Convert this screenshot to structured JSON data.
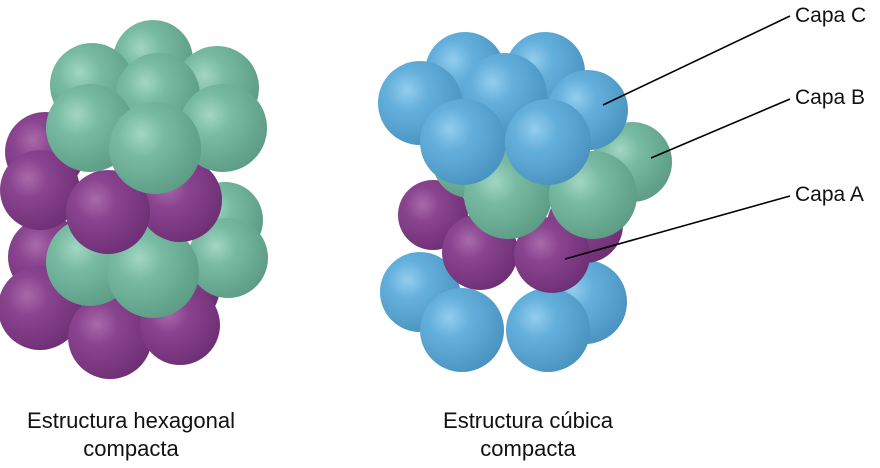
{
  "figures": [
    {
      "id": "hcp",
      "caption_line1": "Estructura hexagonal",
      "caption_line2": "compacta",
      "layer_sequence": [
        "A",
        "B",
        "A",
        "B"
      ]
    },
    {
      "id": "ccp",
      "caption_line1": "Estructura cúbica",
      "caption_line2": "compacta",
      "layer_sequence": [
        "A",
        "B",
        "C",
        "A"
      ]
    }
  ],
  "labels": {
    "layer_c": "Capa C",
    "layer_b": "Capa B",
    "layer_a": "Capa A"
  },
  "colors": {
    "purple": "#7b3a80",
    "green": "#6fb39a",
    "blue": "#5aa8d4",
    "leader_line": "#000000"
  }
}
